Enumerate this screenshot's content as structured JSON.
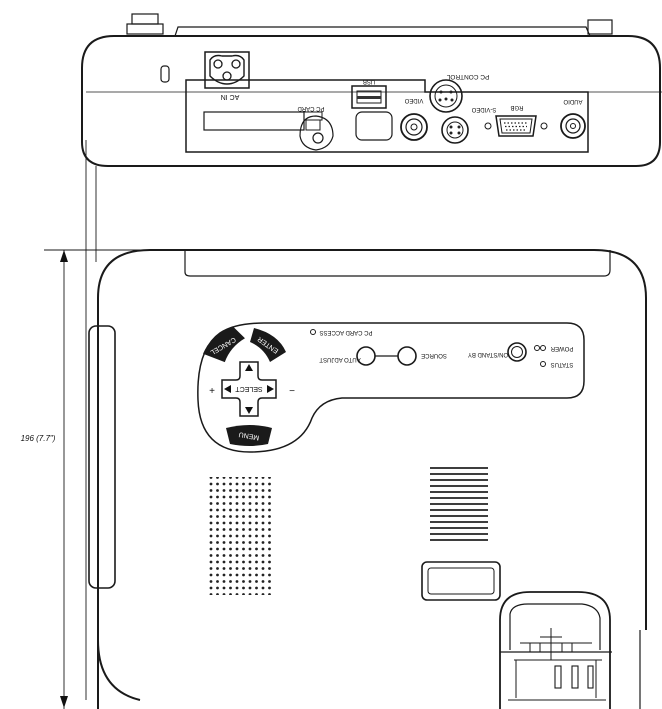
{
  "rear_panel": {
    "ac_in_label": "AC IN",
    "pc_card_label": "PC CARD",
    "usb_label": "USB",
    "pc_control_label": "PC CONTROL",
    "video_label": "VIDEO",
    "s_video_label": "S-VIDEO",
    "rgb_label": "RGB",
    "audio_label": "AUDIO"
  },
  "control_panel": {
    "pc_card_access_label": "PC CARD ACCESS",
    "auto_adjust_label": "AUTO ADJUST",
    "source_label": "SOURCE",
    "on_standby_label": "ON/STAND BY",
    "power_label": "POWER",
    "status_label": "STATUS",
    "cancel_label": "CANCEL",
    "enter_label": "ENTER",
    "select_label": "SELECT",
    "menu_label": "MENU",
    "plus_label": "+",
    "minus_label": "−"
  },
  "dimension_label": "196 (7.7\")"
}
